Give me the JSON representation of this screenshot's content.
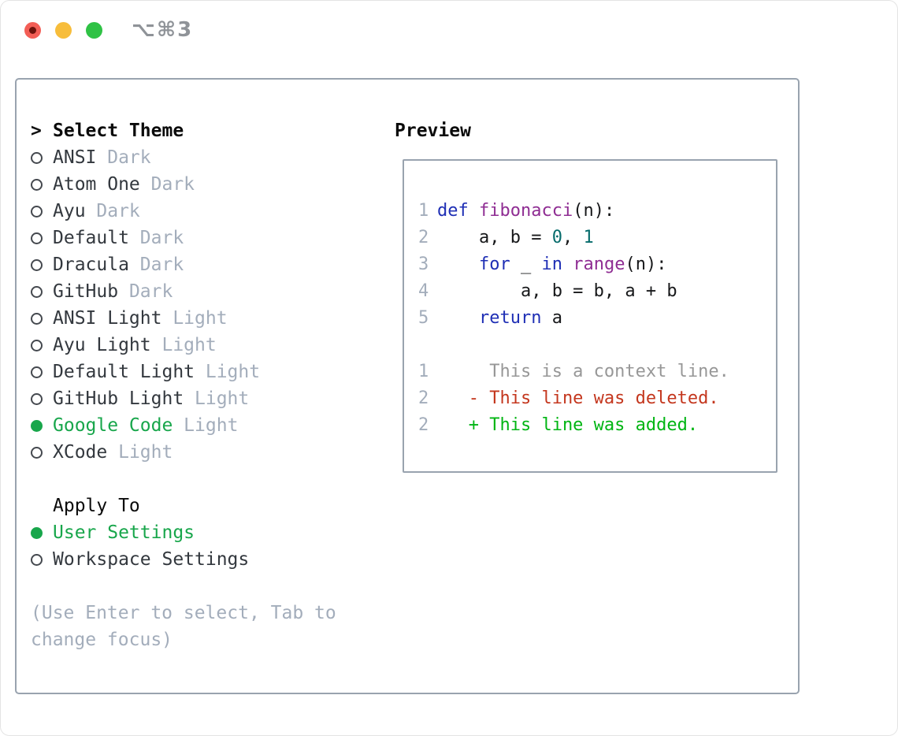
{
  "window": {
    "title": "⌥⌘3",
    "traffic_lights": [
      "close",
      "minimize",
      "zoom"
    ]
  },
  "theme_selector": {
    "cursor": ">",
    "header": "Select Theme",
    "themes": [
      {
        "name": "ANSI",
        "tag": "Dark",
        "selected": false
      },
      {
        "name": "Atom One",
        "tag": "Dark",
        "selected": false
      },
      {
        "name": "Ayu",
        "tag": "Dark",
        "selected": false
      },
      {
        "name": "Default",
        "tag": "Dark",
        "selected": false
      },
      {
        "name": "Dracula",
        "tag": "Dark",
        "selected": false
      },
      {
        "name": "GitHub",
        "tag": "Dark",
        "selected": false
      },
      {
        "name": "ANSI Light",
        "tag": "Light",
        "selected": false
      },
      {
        "name": "Ayu Light",
        "tag": "Light",
        "selected": false
      },
      {
        "name": "Default Light",
        "tag": "Light",
        "selected": false
      },
      {
        "name": "GitHub Light",
        "tag": "Light",
        "selected": false
      },
      {
        "name": "Google Code",
        "tag": "Light",
        "selected": true
      },
      {
        "name": "XCode",
        "tag": "Light",
        "selected": false
      }
    ]
  },
  "apply_to": {
    "header": "Apply To",
    "options": [
      {
        "label": "User Settings",
        "selected": true
      },
      {
        "label": "Workspace Settings",
        "selected": false
      }
    ]
  },
  "help_text": "(Use Enter to select, Tab to change focus)",
  "preview": {
    "label": "Preview",
    "lines": [
      {
        "num": "1",
        "tokens": [
          [
            "kw",
            "def "
          ],
          [
            "fn",
            "fibonacci"
          ],
          [
            "pln",
            "(n):"
          ]
        ]
      },
      {
        "num": "2",
        "tokens": [
          [
            "pln",
            "    a, b = "
          ],
          [
            "num",
            "0"
          ],
          [
            "pln",
            ", "
          ],
          [
            "num",
            "1"
          ]
        ]
      },
      {
        "num": "3",
        "tokens": [
          [
            "pln",
            "    "
          ],
          [
            "kw",
            "for"
          ],
          [
            "pln",
            " _ "
          ],
          [
            "kw",
            "in"
          ],
          [
            "pln",
            " "
          ],
          [
            "fn",
            "range"
          ],
          [
            "pln",
            "(n):"
          ]
        ]
      },
      {
        "num": "4",
        "tokens": [
          [
            "pln",
            "        a, b = b, a + b"
          ]
        ]
      },
      {
        "num": "5",
        "tokens": [
          [
            "pln",
            "    "
          ],
          [
            "kw",
            "return"
          ],
          [
            "pln",
            " a"
          ]
        ]
      },
      {
        "num": "",
        "tokens": []
      },
      {
        "num": "1",
        "tokens": [
          [
            "ctx",
            "     This is a context line."
          ]
        ]
      },
      {
        "num": "2",
        "tokens": [
          [
            "del",
            "   - This line was deleted."
          ]
        ]
      },
      {
        "num": "2",
        "tokens": [
          [
            "add",
            "   + This line was added."
          ]
        ]
      }
    ]
  },
  "colors": {
    "keyword": "#1f2fb5",
    "function_name": "#8f2d93",
    "number_literal": "#076c6c",
    "code_plain": "#17181a",
    "context_line": "#979797",
    "deleted_line": "#c4371e",
    "added_line": "#00b513",
    "accent_green": "#18a64b",
    "muted": "#a3adbb",
    "panel_border": "#99a3af",
    "traffic_red": "#f35e56",
    "traffic_yellow": "#f7bd3b",
    "traffic_green": "#2fc245"
  }
}
